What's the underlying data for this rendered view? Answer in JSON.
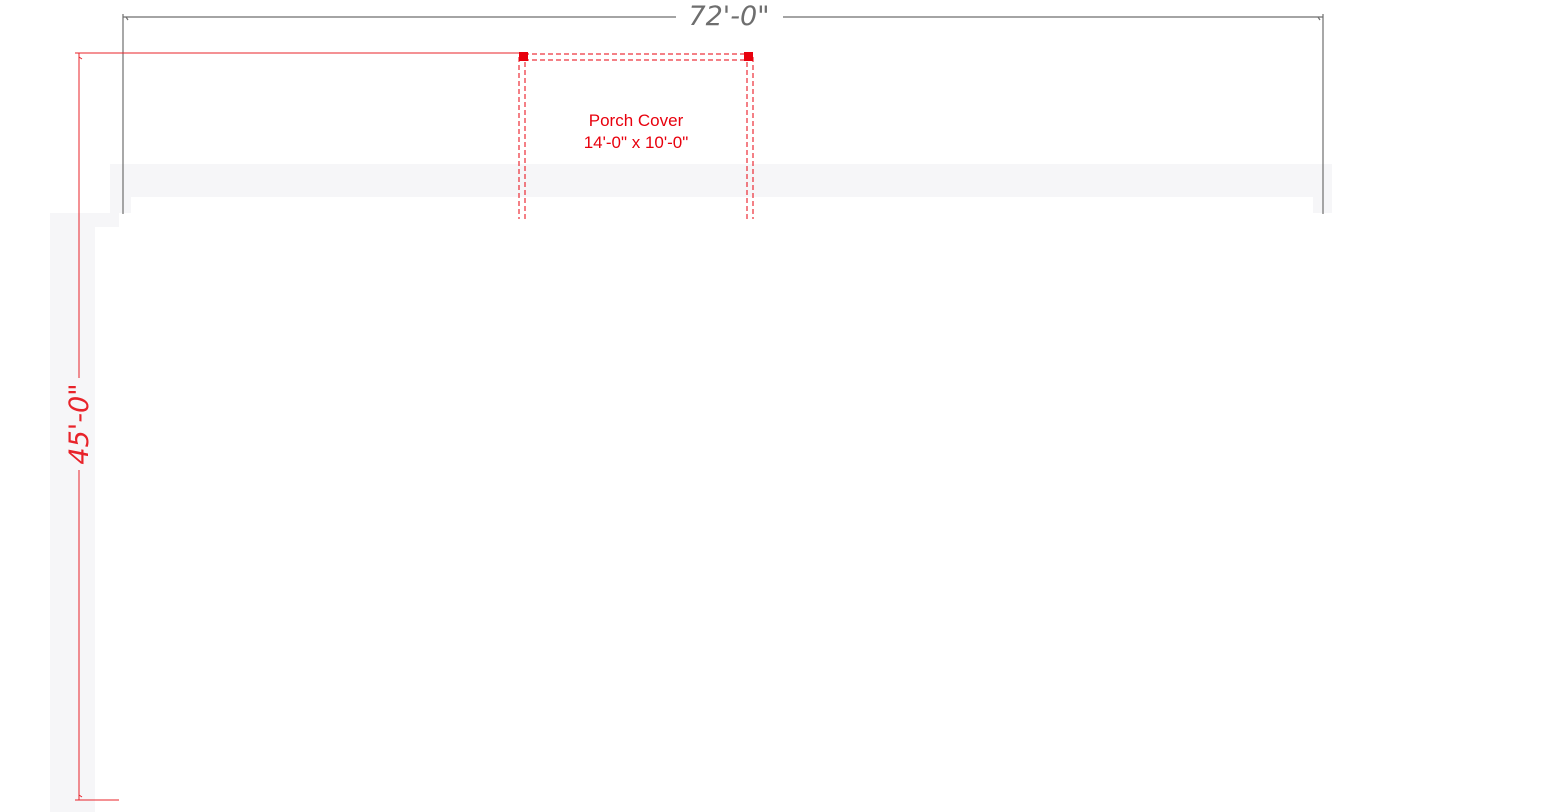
{
  "overall_width": {
    "label": "72'-0\"",
    "color": "#6e6e6e"
  },
  "overall_depth": {
    "label": "45'-0\"",
    "color": "#e8232a"
  },
  "porch_cover": {
    "title": "Porch Cover",
    "size": "14'-0\" x 10'-0\"",
    "color": "#e8000d"
  },
  "building_fill_color": "#f6f6f8"
}
